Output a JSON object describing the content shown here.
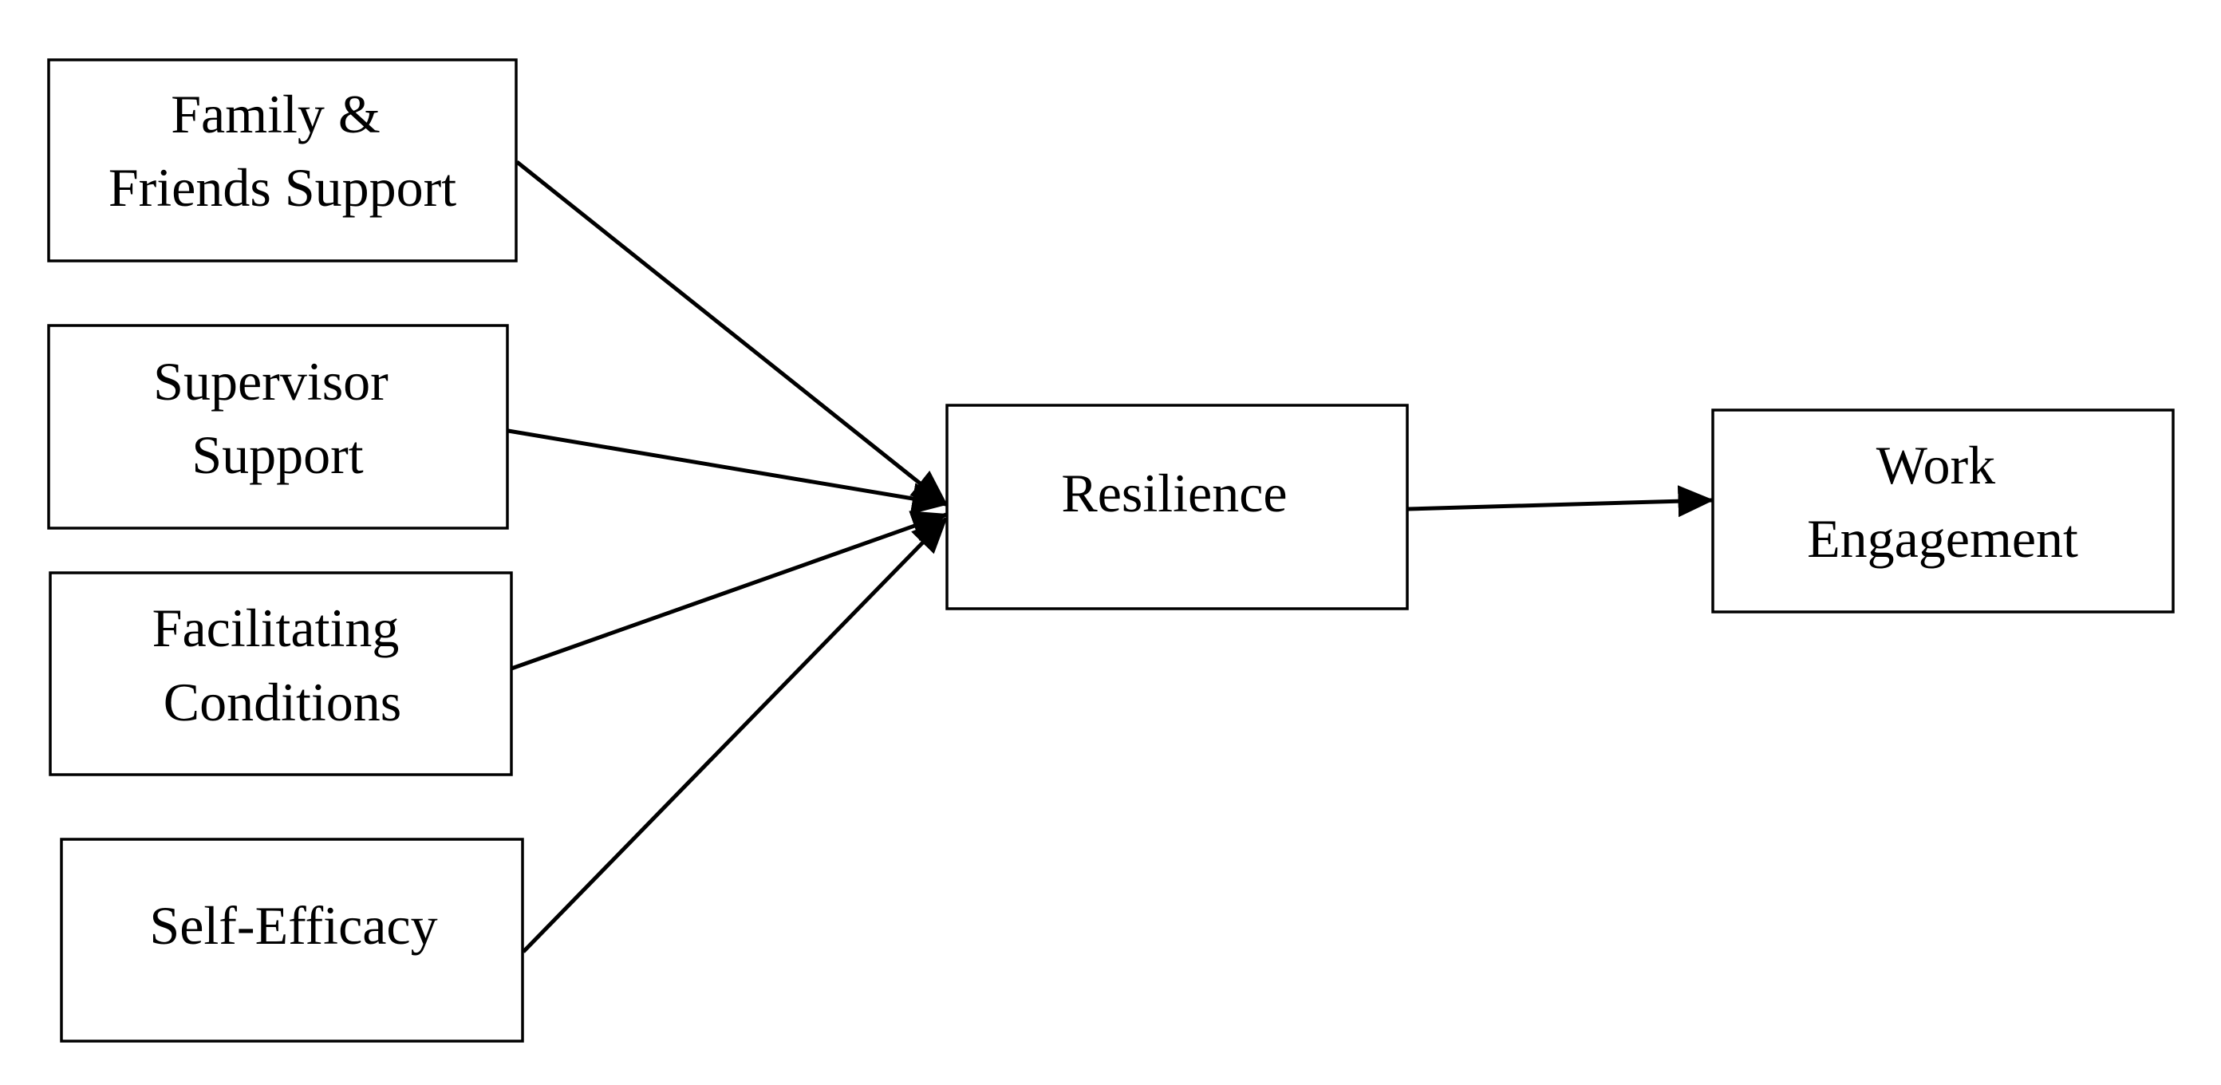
{
  "diagram": {
    "nodes": {
      "family_friends_support": {
        "lines": [
          "Family &",
          "Friends Support"
        ]
      },
      "supervisor_support": {
        "lines": [
          "Supervisor",
          "Support"
        ]
      },
      "facilitating_conditions": {
        "lines": [
          "Facilitating",
          "Conditions"
        ]
      },
      "self_efficacy": {
        "lines": [
          "Self-Efficacy"
        ]
      },
      "resilience": {
        "lines": [
          "Resilience"
        ]
      },
      "work_engagement": {
        "lines": [
          "Work",
          "Engagement"
        ]
      }
    },
    "edges": [
      {
        "from": "family_friends_support",
        "to": "resilience"
      },
      {
        "from": "supervisor_support",
        "to": "resilience"
      },
      {
        "from": "facilitating_conditions",
        "to": "resilience"
      },
      {
        "from": "self_efficacy",
        "to": "resilience"
      },
      {
        "from": "resilience",
        "to": "work_engagement"
      }
    ],
    "colors": {
      "stroke": "#000000",
      "fill": "#ffffff",
      "text": "#000000"
    }
  }
}
